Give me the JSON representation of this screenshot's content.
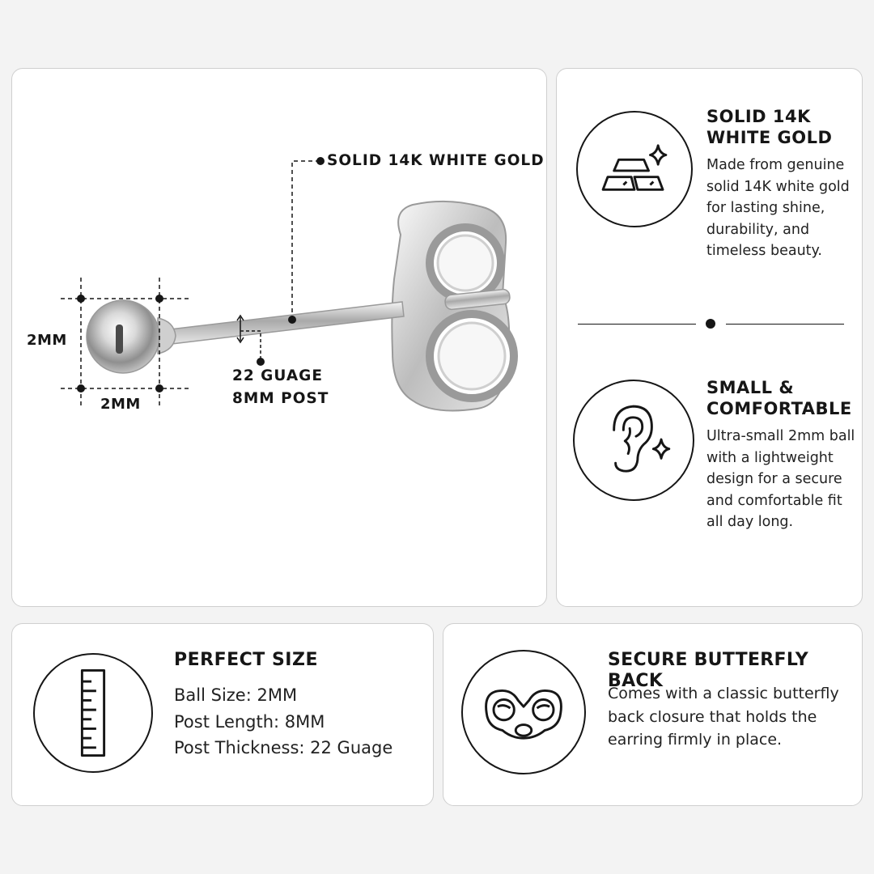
{
  "main_panel": {
    "material_callout": "SOLID 14K WHITE GOLD",
    "ball_height_label": "2MM",
    "ball_width_label": "2MM",
    "post_gauge_label": "22 GUAGE",
    "post_length_label": "8MM POST"
  },
  "features": [
    {
      "icon": "gold-bars-icon",
      "title": "SOLID 14K\nWHITE GOLD",
      "description": "Made from genuine\nsolid 14K white gold\nfor lasting shine,\ndurability, and\ntimeless beauty."
    },
    {
      "icon": "ear-icon",
      "title": "SMALL &\nCOMFORTABLE",
      "description": "Ultra-small 2mm ball\nwith a lightweight\ndesign for a secure\nand comfortable fit\nall day long."
    }
  ],
  "perfect_size": {
    "icon": "ruler-icon",
    "title": "PERFECT SIZE",
    "lines": [
      "Ball Size: 2MM",
      "Post Length: 8MM",
      "Post Thickness: 22 Guage"
    ]
  },
  "butterfly_back": {
    "icon": "butterfly-back-icon",
    "title": "SECURE BUTTERFLY BACK",
    "description": "Comes with a classic butterfly\nback closure that holds the\nearring firmly in place."
  },
  "colors": {
    "text": "#161616",
    "card_background": "#ffffff",
    "page_background": "#f3f3f3",
    "border": "#cfcfcf"
  }
}
